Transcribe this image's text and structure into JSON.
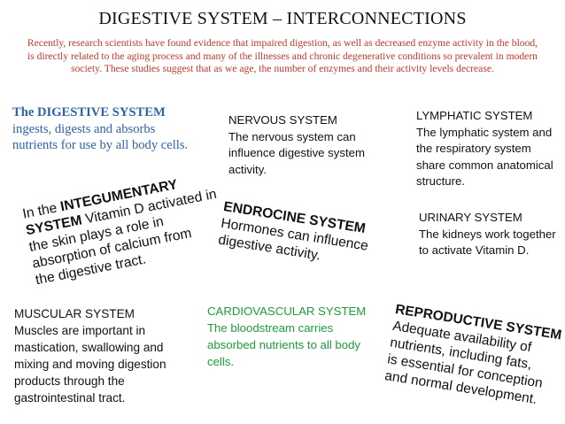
{
  "title": "DIGESTIVE SYSTEM – INTERCONNECTIONS",
  "intro": "Recently, research scientists have found evidence that impaired digestion, as well as decreased enzyme activity in the blood, is directly related  to the aging process and many  of the illnesses and chronic degenerative conditions so prevalent in modern society.  These studies suggest that  as we age, the number of enzymes and their activity levels decrease.",
  "digestive": {
    "heading": "The DIGESTIVE SYSTEM",
    "body": "ingests, digests and absorbs nutrients for use by all body cells."
  },
  "nervous": {
    "heading": "NERVOUS SYSTEM",
    "body": "The nervous system can influence digestive system activity."
  },
  "lymphatic": {
    "heading": "LYMPHATIC SYSTEM",
    "body": "The lymphatic system and the respiratory system share common anatomical structure."
  },
  "integumentary": {
    "line1_pre": "In the ",
    "line1_bold": "INTEGUMENTARY",
    "line2_bold": "SYSTEM",
    "line2_rest": " Vitamin D activated in",
    "line3": "the skin plays a role in",
    "line4": "absorption of calcium from",
    "line5": "the digestive tract."
  },
  "endocrine": {
    "heading": "ENDROCINE SYSTEM",
    "line2": "Hormones can influence",
    "line3": "digestive activity."
  },
  "urinary": {
    "heading": "URINARY SYSTEM",
    "body": "The kidneys work together to activate Vitamin D."
  },
  "muscular": {
    "heading": "MUSCULAR SYSTEM",
    "body": "Muscles are important in mastication, swallowing and mixing and moving digestion products through the gastrointestinal tract."
  },
  "cardiovascular": {
    "heading": "CARDIOVASCULAR SYSTEM",
    "body": "The bloodstream carries absorbed nutrients to all body cells."
  },
  "reproductive": {
    "heading": "REPRODUCTIVE SYSTEM",
    "line2": "Adequate availability of",
    "line3": "nutrients, including fats,",
    "line4": "is essential for conception",
    "line5": "and normal development."
  }
}
